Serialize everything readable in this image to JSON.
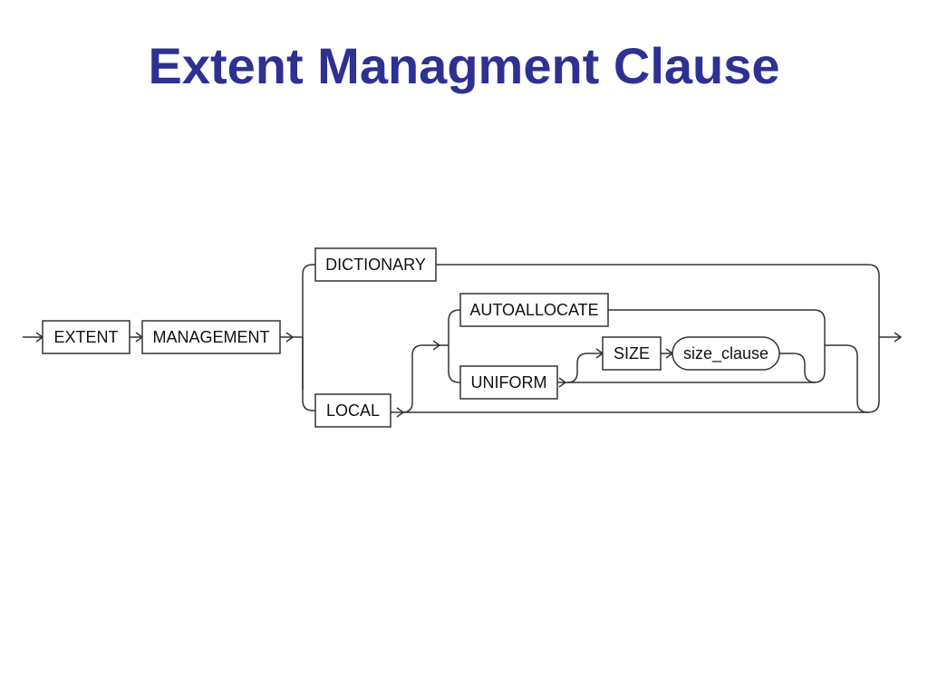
{
  "slide": {
    "title": "Extent Managment Clause",
    "title_color": "#2E3192"
  },
  "diagram": {
    "line_color": "#333333",
    "keywords": {
      "extent": "EXTENT",
      "management": "MANAGEMENT",
      "dictionary": "DICTIONARY",
      "local": "LOCAL",
      "autoallocate": "AUTOALLOCATE",
      "uniform": "UNIFORM",
      "size": "SIZE"
    },
    "nonterminals": {
      "size_clause": "size_clause"
    }
  }
}
